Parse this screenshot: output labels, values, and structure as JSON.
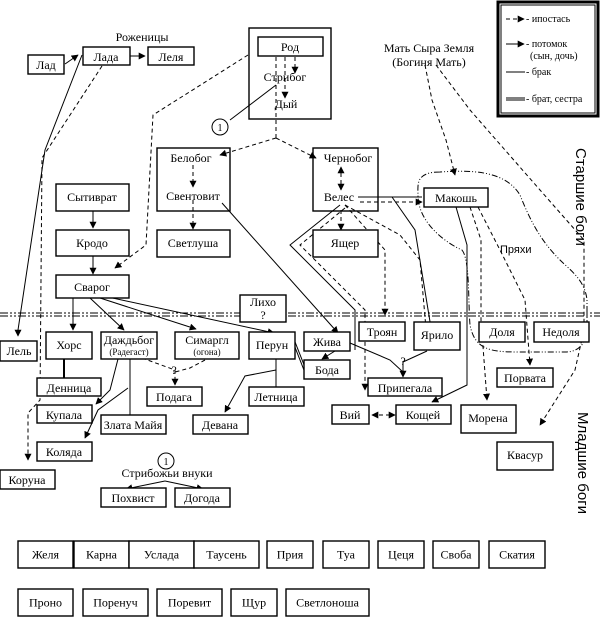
{
  "legend": {
    "items": [
      {
        "style": "dashed-arrow",
        "label": "- ипостась"
      },
      {
        "style": "solid-arrow",
        "label": "- потомок",
        "label2": "(сын, дочь)"
      },
      {
        "style": "thin-line",
        "label": "- брак"
      },
      {
        "style": "double-line",
        "label": "- брат, сестра"
      }
    ]
  },
  "labels": {
    "rozhenitsy": "Роженицы",
    "mother_earth_1": "Мать Сыра Земля",
    "mother_earth_2": "(Богиня Мать)",
    "pryaxi": "Пряхи",
    "elder_gods": "Старшие боги",
    "younger_gods": "Младшие боги",
    "stribog_grandsons": "Стрибожьи внуки",
    "ref_1": "1",
    "ref_1b": "1",
    "question_1": "?",
    "question_2": "?",
    "question_3": "?"
  },
  "nodes": {
    "lad": "Лад",
    "lada": "Лада",
    "lelya": "Леля",
    "rod": "Род",
    "stribog": "Стрибог",
    "dyj": "Дый",
    "belobog": "Белобог",
    "svyatovit": "Свентовит",
    "svetlusha": "Светлуша",
    "chernobog": "Чернобог",
    "veles": "Велес",
    "yascher": "Ящер",
    "makosh": "Макошь",
    "sytivrat": "Сытиврат",
    "krodo": "Кродо",
    "svarog": "Сварог",
    "likho": "Лихо",
    "lel": "Лель",
    "khors": "Хорс",
    "dazhbog": "Даждьбог",
    "dazhbog_sub": "(Радегаст)",
    "simargl": "Симаргл",
    "simargl_sub": "(огона)",
    "perun": "Перун",
    "zhiva": "Жива",
    "boda": "Бода",
    "troyan": "Троян",
    "yarilo": "Ярило",
    "dolya": "Доля",
    "nedolya": "Недоля",
    "dennitsa": "Денница",
    "kupala": "Купала",
    "zlata_maya": "Злата Майя",
    "podaga": "Подага",
    "letnitsa": "Летница",
    "devana": "Девана",
    "pripegala": "Припегала",
    "porvata": "Порвата",
    "viy": "Вий",
    "koschey": "Кощей",
    "morena": "Морена",
    "kolyada": "Коляда",
    "kvasur": "Квасур",
    "koruna": "Коруна",
    "pokhvist": "Похвист",
    "dogoda": "Догода"
  },
  "bottom_row_1": [
    "Желя",
    "Карна",
    "Услада",
    "Таусень",
    "Прия",
    "Туа",
    "Цеця",
    "Своба",
    "Скатия"
  ],
  "bottom_row_2": [
    "Проно",
    "Поренуч",
    "Поревит",
    "Щур",
    "Светлоноша"
  ]
}
